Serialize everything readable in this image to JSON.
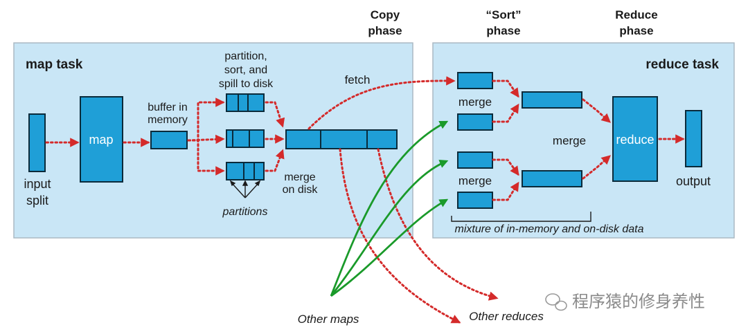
{
  "phases": {
    "copy": [
      "Copy",
      "phase"
    ],
    "sort": [
      "“Sort”",
      "phase"
    ],
    "reduce": [
      "Reduce",
      "phase"
    ]
  },
  "map_task": {
    "title": "map task",
    "input_split": [
      "input",
      "split"
    ],
    "map_label": "map",
    "buffer": [
      "buffer in",
      "memory"
    ],
    "partition_sort_spill": [
      "partition,",
      "sort, and",
      "spill to disk"
    ],
    "partitions": "partitions",
    "merge_on_disk": [
      "merge",
      "on disk"
    ],
    "fetch": "fetch"
  },
  "reduce_task": {
    "title": "reduce task",
    "merge_top": "merge",
    "merge_bottom": "merge",
    "merge_middle": "merge",
    "reduce_label": "reduce",
    "output": "output",
    "mixture": "mixture of in-memory and on-disk data"
  },
  "external": {
    "other_maps": "Other maps",
    "other_reduces": "Other reduces"
  },
  "watermark": "程序猿的修身养性",
  "colors": {
    "task_bg": "#c9e6f6",
    "box_fill": "#1f9fd7",
    "red_arrow": "#d42a2a",
    "green_arrow": "#1a9a2a"
  }
}
